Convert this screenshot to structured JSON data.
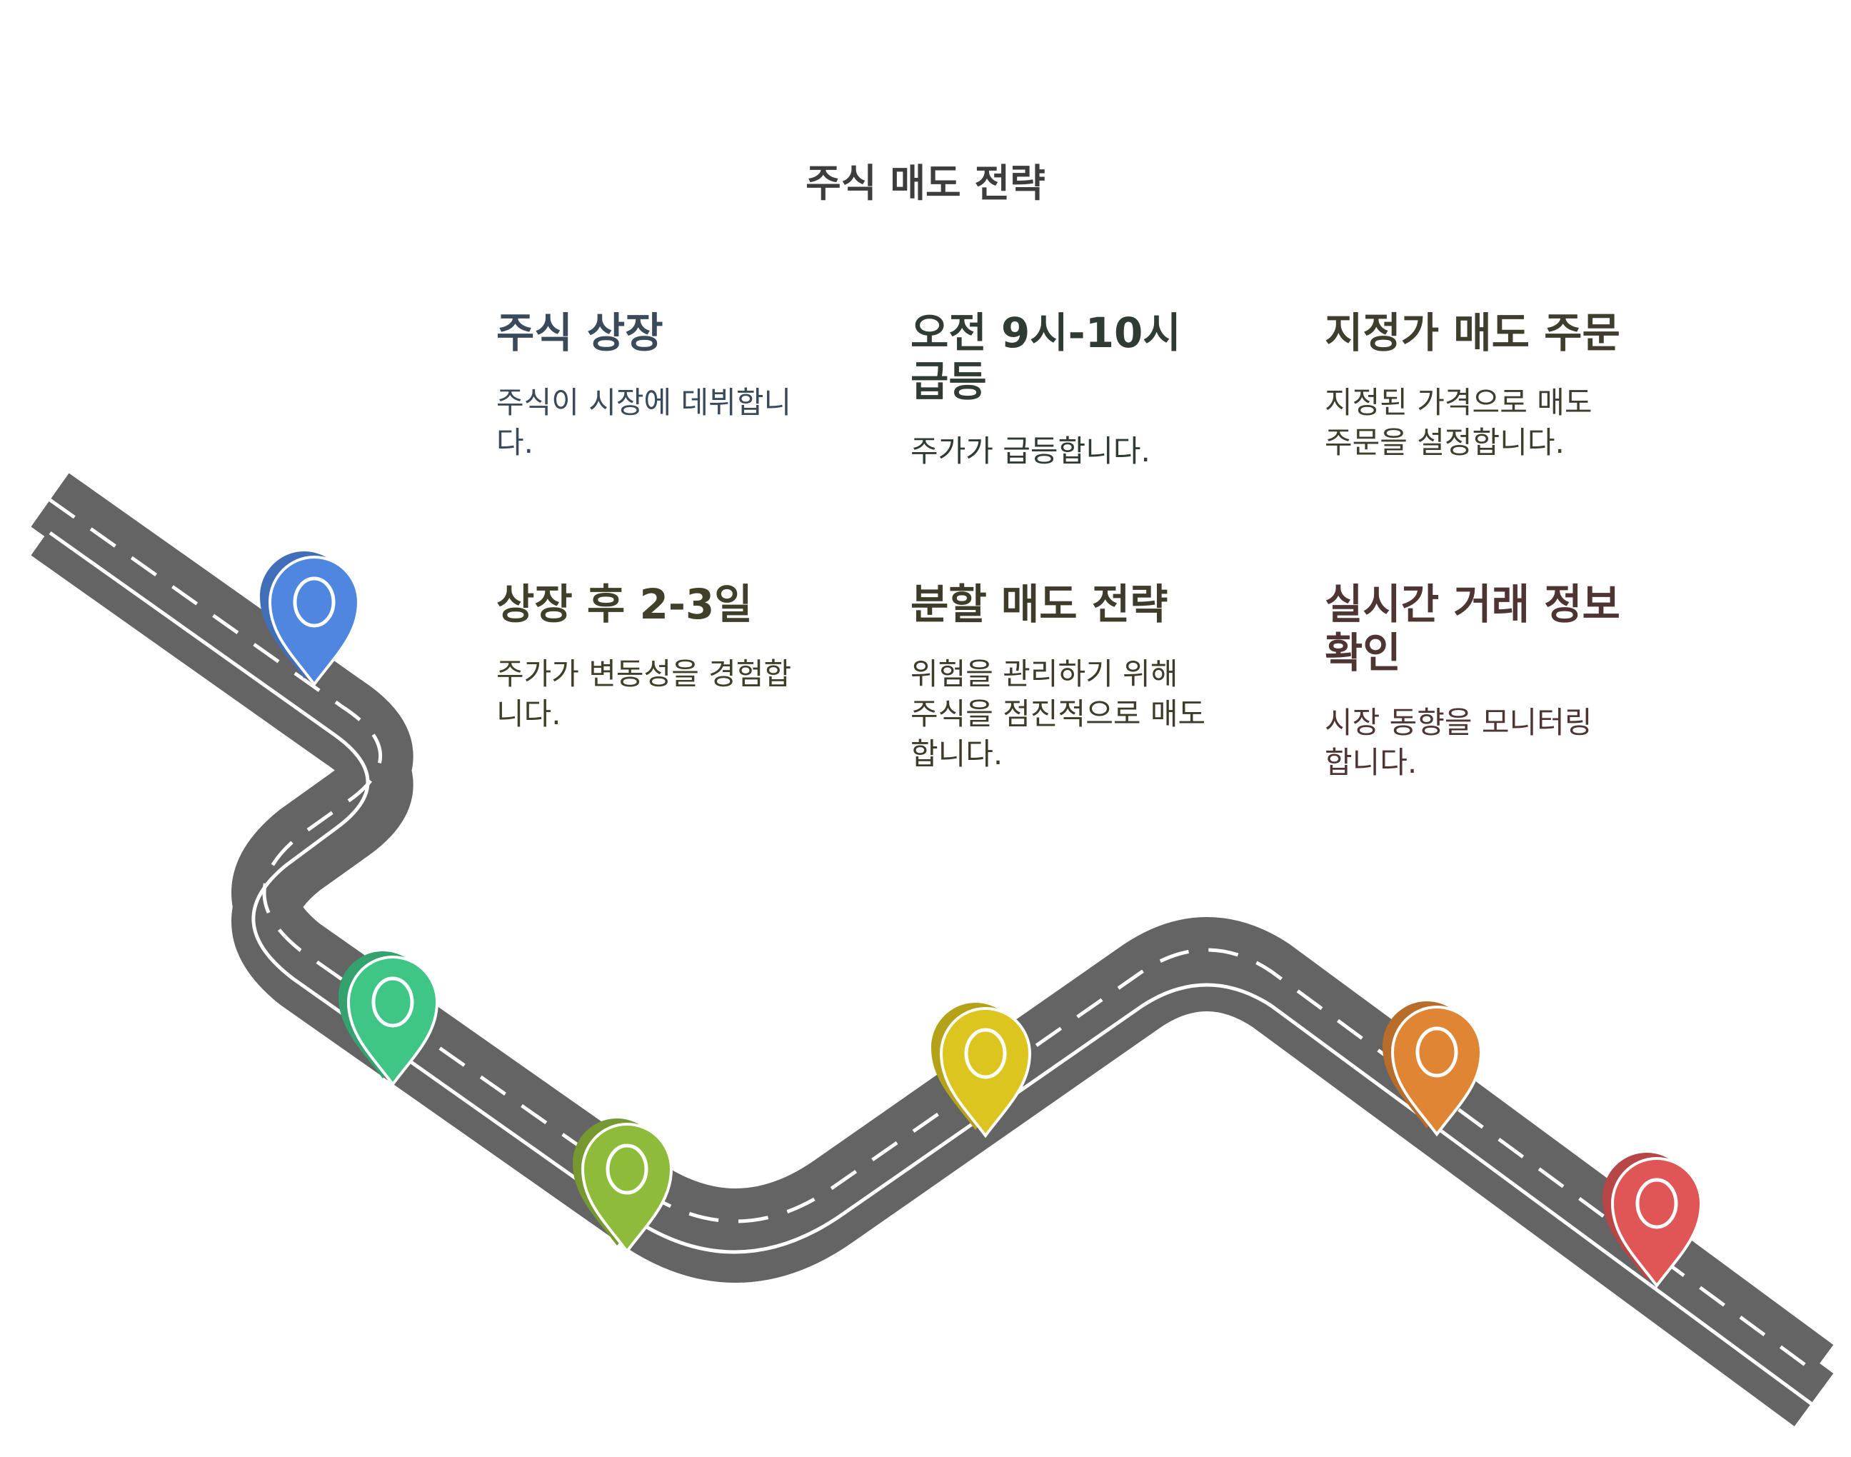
{
  "title": "주식 매도 전략",
  "steps": [
    {
      "heading": "주식 상장",
      "description": "주식이 시장에 데뷔합니다.",
      "color": "#3b4a5a"
    },
    {
      "heading": "상장 후 2-3일",
      "description": "주가가 변동성을 경험합니다.",
      "color": "#3f3f2a"
    },
    {
      "heading": "오전 9시-10시 급등",
      "description": "주가가 급등합니다.",
      "color": "#2f3b33"
    },
    {
      "heading": "분할 매도 전략",
      "description": "위험을 관리하기 위해 주식을 점진적으로 매도합니다.",
      "color": "#3e3b2a"
    },
    {
      "heading": "지정가 매도 주문",
      "description": "지정된 가격으로 매도 주문을 설정합니다.",
      "color": "#3f3d2e"
    },
    {
      "heading": "실시간 거래 정보 확인",
      "description": "시장 동향을 모니터링 합니다.",
      "color": "#4e3433"
    }
  ],
  "markers": [
    {
      "name": "marker-blue",
      "color": "#4f86e0"
    },
    {
      "name": "marker-teal",
      "color": "#3fc586"
    },
    {
      "name": "marker-lime",
      "color": "#8fbb3a"
    },
    {
      "name": "marker-yellow",
      "color": "#dcc51e"
    },
    {
      "name": "marker-orange",
      "color": "#e08533"
    },
    {
      "name": "marker-red",
      "color": "#e05555"
    }
  ],
  "road": {
    "asphalt": "#646464",
    "line": "#ffffff"
  }
}
